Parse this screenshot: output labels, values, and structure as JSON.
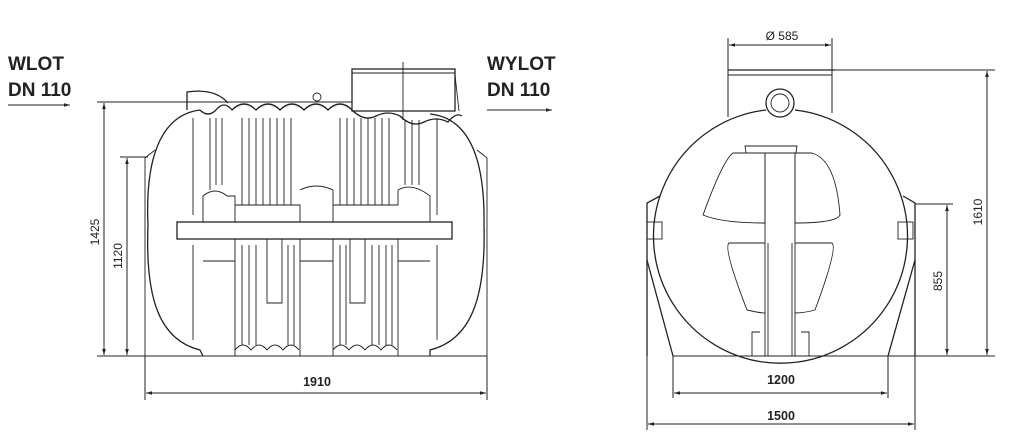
{
  "inlet": {
    "title": "WLOT",
    "size": "DN 110"
  },
  "outlet": {
    "title": "WYLOT",
    "size": "DN 110"
  },
  "side_view": {
    "height_total": "1425",
    "height_inlet": "1120",
    "length": "1910"
  },
  "front_view": {
    "manhole_diameter": "Ø 585",
    "height_total": "1610",
    "height_outlet": "855",
    "base_width": "1200",
    "total_width": "1500"
  }
}
